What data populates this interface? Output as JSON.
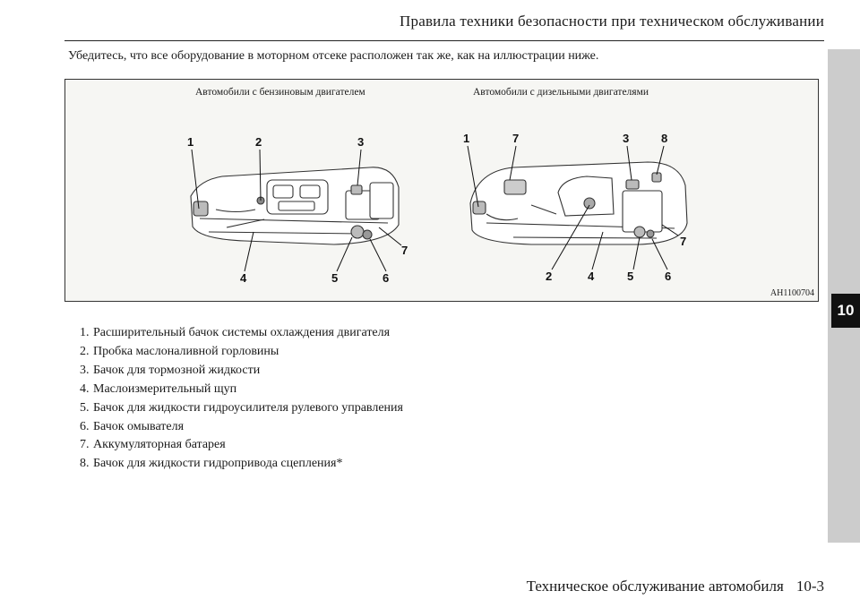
{
  "header": {
    "title": "Правила техники безопасности при техническом обслуживании"
  },
  "intro": "Убедитесь, что все оборудование в моторном отсеке расположен так же, как на иллюстрации ниже.",
  "figure": {
    "caption_petrol": "Автомобили с бензиновым двигателем",
    "caption_diesel": "Автомобили с дизельными двигателями",
    "code": "AH1100704",
    "petrol_callouts": [
      "1",
      "2",
      "3",
      "4",
      "5",
      "6",
      "7"
    ],
    "diesel_callouts": [
      "1",
      "7",
      "3",
      "8",
      "2",
      "4",
      "5",
      "6",
      "7"
    ]
  },
  "legend": [
    {
      "num": "1.",
      "text": "Расширительный бачок системы охлаждения двигателя"
    },
    {
      "num": "2.",
      "text": "Пробка маслоналивной горловины"
    },
    {
      "num": "3.",
      "text": "Бачок для тормозной жидкости"
    },
    {
      "num": "4.",
      "text": "Маслоизмерительный щуп"
    },
    {
      "num": "5.",
      "text": "Бачок для жидкости гидроусилителя рулевого управления"
    },
    {
      "num": "6.",
      "text": "Бачок омывателя"
    },
    {
      "num": "7.",
      "text": "Аккумуляторная батарея"
    },
    {
      "num": "8.",
      "text": "Бачок для жидкости гидропривода сцепления*"
    }
  ],
  "side_tab": {
    "chapter": "10"
  },
  "footer": {
    "section": "Техническое обслуживание автомобиля",
    "page": "10-3"
  }
}
